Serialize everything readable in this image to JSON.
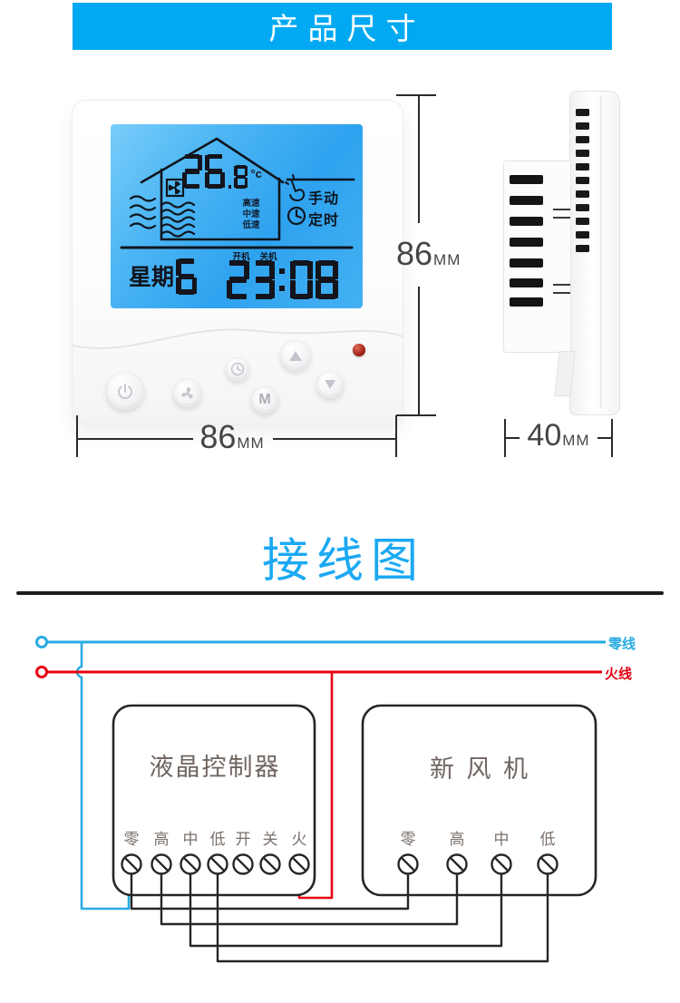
{
  "banner": {
    "title": "产品尺寸"
  },
  "device": {
    "lcd": {
      "temp_int": "26",
      "temp_frac": ".8",
      "temp_unit": "°c",
      "speed_labels": [
        "高速",
        "中速",
        "低速"
      ],
      "manual_label": "手动",
      "timer_label": "定时",
      "on_label": "开机",
      "off_label": "关机",
      "week_label": "星期",
      "week_digit": "6",
      "time": "23:08"
    },
    "buttons": {
      "mode_label": "M"
    }
  },
  "dimensions": {
    "height": {
      "value": "86",
      "unit": "MM"
    },
    "width": {
      "value": "86",
      "unit": "MM"
    },
    "depth": {
      "value": "40",
      "unit": "MM"
    }
  },
  "wiring": {
    "title": "接线图",
    "neutral_label": "零线",
    "live_label": "火线",
    "controller": {
      "title": "液晶控制器",
      "terminals": [
        "零",
        "高",
        "中",
        "低",
        "开",
        "关",
        "火"
      ]
    },
    "fan": {
      "title": "新 风 机",
      "terminals": [
        "零",
        "高",
        "中",
        "低"
      ]
    }
  },
  "colors": {
    "banner_bg": "#00a9f2",
    "heading_blue": "#1ca9f3",
    "lcd_blue": "#3fa9f0",
    "neutral_wire": "#29abe2",
    "live_wire": "#e60012",
    "wire_black": "#262626",
    "led_red": "#a32318"
  }
}
